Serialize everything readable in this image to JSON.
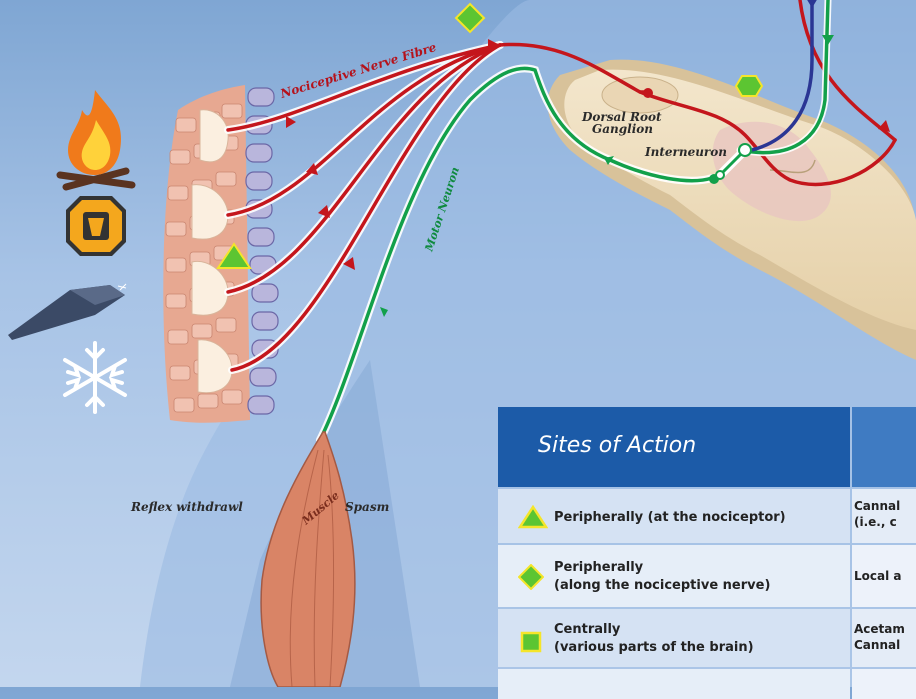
{
  "labels": {
    "nociceptive_nerve_fibre": "Nociceptive Nerve Fibre",
    "motor_neuron": "Motor Neuron",
    "dorsal_root": "Dorsal Root",
    "ganglion": "Ganglion",
    "interneuron": "Interneuron",
    "reflex_withdrawal": "Reflex withdrawl",
    "spasm": "Spasm",
    "muscle": "Muscle"
  },
  "stimuli_icons": [
    "fire-icon",
    "chemical-hazard-icon",
    "knife-icon",
    "snowflake-icon"
  ],
  "table": {
    "header": "Sites of Action",
    "rows": [
      {
        "icon": "green-triangle-icon",
        "site_line1": "Peripherally (at the nociceptor)",
        "site_line2": "",
        "drug_line1": "Cannal",
        "drug_line2": "(i.e., c"
      },
      {
        "icon": "green-diamond-icon",
        "site_line1": "Peripherally",
        "site_line2": "(along the nociceptive nerve)",
        "drug_line1": "Local a",
        "drug_line2": ""
      },
      {
        "icon": "green-square-icon",
        "site_line1": "Centrally",
        "site_line2": "(various parts of the brain)",
        "drug_line1": "Acetam",
        "drug_line2": "Cannal"
      }
    ]
  },
  "colors": {
    "nerve_red": "#c4161c",
    "motor_green": "#12a04a",
    "descending_blue": "#2b3694",
    "marker_green": "#5cc532",
    "marker_yellow_border": "#f5e52a",
    "header_blue": "#1c5ba8"
  }
}
